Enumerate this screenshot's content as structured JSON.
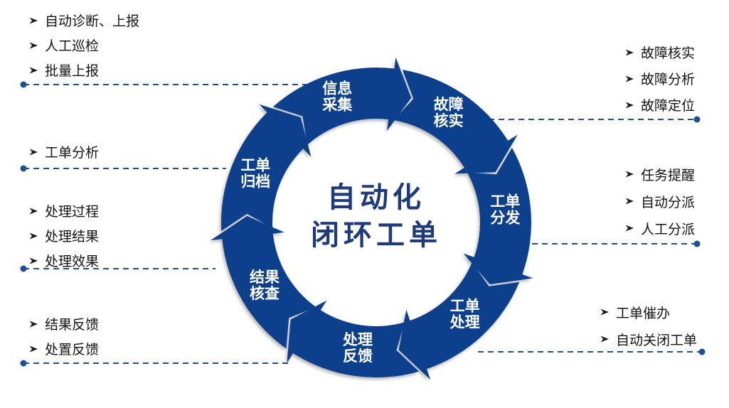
{
  "colors": {
    "ring": "#0c408c",
    "center_text": "#1d3a7d",
    "connector": "#1e4e94",
    "list_text": "#141414",
    "segment_label_text": "#ffffff"
  },
  "center": {
    "line1": "自动化",
    "line2": "闭环工单"
  },
  "flow_direction": "clockwise",
  "segments": [
    {
      "label": "信息采集",
      "lines": [
        "信息",
        "采集"
      ]
    },
    {
      "label": "故障核实",
      "lines": [
        "故障",
        "核实"
      ]
    },
    {
      "label": "工单分发",
      "lines": [
        "工单",
        "分发"
      ]
    },
    {
      "label": "工单处理",
      "lines": [
        "工单",
        "处理"
      ]
    },
    {
      "label": "处理反馈",
      "lines": [
        "处理",
        "反馈"
      ]
    },
    {
      "label": "结果核查",
      "lines": [
        "结果",
        "核查"
      ]
    },
    {
      "label": "工单归档",
      "lines": [
        "工单",
        "归档"
      ]
    }
  ],
  "lists": {
    "report": {
      "items": [
        "自动诊断、上报",
        "人工巡检",
        "批量上报"
      ]
    },
    "analysis": {
      "items": [
        "工单分析"
      ]
    },
    "process": {
      "items": [
        "处理过程",
        "处理结果",
        "处理效果"
      ]
    },
    "feedback": {
      "items": [
        "结果反馈",
        "处置反馈"
      ]
    },
    "fault": {
      "items": [
        "故障核实",
        "故障分析",
        "故障定位"
      ]
    },
    "dispatch": {
      "items": [
        "任务提醒",
        "自动分派",
        "人工分派"
      ]
    },
    "close": {
      "items": [
        "工单催办",
        "自动关闭工单"
      ]
    }
  }
}
